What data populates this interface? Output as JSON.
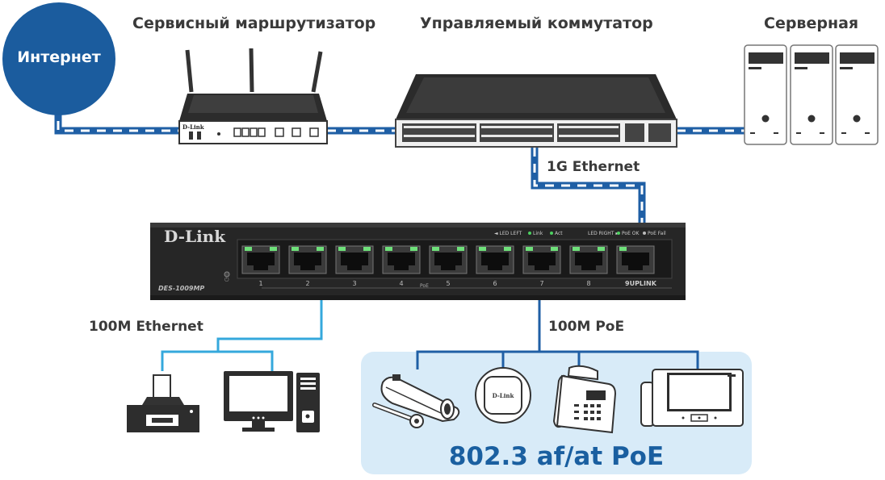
{
  "labels": {
    "internet": "Интернет",
    "service_router": "Сервисный маршрутизатор",
    "managed_switch": "Управляемый коммутатор",
    "server_room": "Серверная",
    "uplink_1g": "1G Ethernet",
    "ethernet_100m": "100M Ethernet",
    "poe_100m": "100M PoE",
    "poe_standard": "802.3 af/at PoE"
  },
  "router": {
    "brand": "D-Link"
  },
  "switch_poe": {
    "brand": "D-Link",
    "model": "DES-1009MP",
    "led_left": "◄ LED LEFT",
    "link": "Link",
    "act": "Act",
    "led_right": "LED RIGHT ►",
    "poe_ok": "PoE OK",
    "poe_fail": "PoE Fail",
    "ports": [
      "1",
      "2",
      "3",
      "4",
      "5",
      "6",
      "7",
      "8"
    ],
    "uplink": "9UPLINK",
    "poe_mark": "PoE"
  },
  "access_point": {
    "brand": "D-Link"
  },
  "colors": {
    "internet_circle": "#1b5c9e",
    "network_blue": "#1f5fa5",
    "ethernet_light": "#35a8dc",
    "poe_panel": "#d8ebf8",
    "poe_text": "#1a5fa0",
    "device_dark": "#2a2a2a"
  }
}
